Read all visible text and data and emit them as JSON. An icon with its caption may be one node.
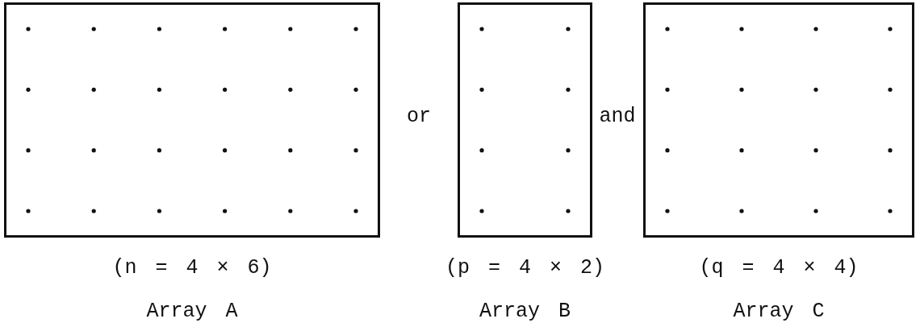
{
  "diagram": {
    "nodes": [
      {
        "text": [],
        "shape": "box",
        "beside": [
          "(n = 4 × 6)",
          "Array A"
        ]
      },
      {
        "text": [],
        "shape": "box",
        "beside": [
          "(p = 4 × 2)",
          "Array B"
        ]
      },
      {
        "text": [],
        "shape": "box",
        "beside": [
          "(q = 4 × 4)",
          "Array C"
        ]
      }
    ],
    "edges": [],
    "labels": [
      "or",
      "and"
    ]
  }
}
